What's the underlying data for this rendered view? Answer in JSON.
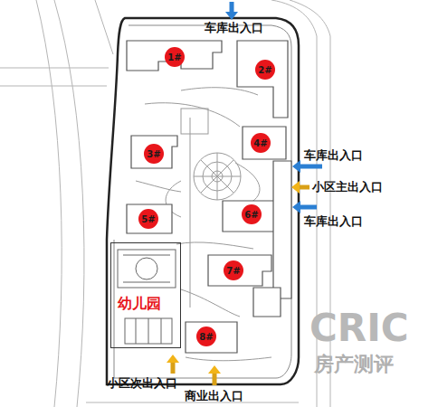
{
  "diagram": {
    "nodes": [
      {
        "text": [
          "1#"
        ]
      },
      {
        "text": [
          "2#"
        ]
      },
      {
        "text": [
          "3#"
        ]
      },
      {
        "text": [
          "4#"
        ]
      },
      {
        "text": [
          "5#"
        ]
      },
      {
        "text": [
          "6#"
        ]
      },
      {
        "text": [
          "7#"
        ]
      },
      {
        "text": [
          "8#"
        ]
      },
      {
        "text": [
          "幼儿园"
        ]
      }
    ],
    "labels": [
      "车库出入口",
      "车库出入口",
      "小区主出入口",
      "车库出入口",
      "小区次出入口",
      "商业出入口",
      "CRIC",
      "房产测评"
    ]
  }
}
